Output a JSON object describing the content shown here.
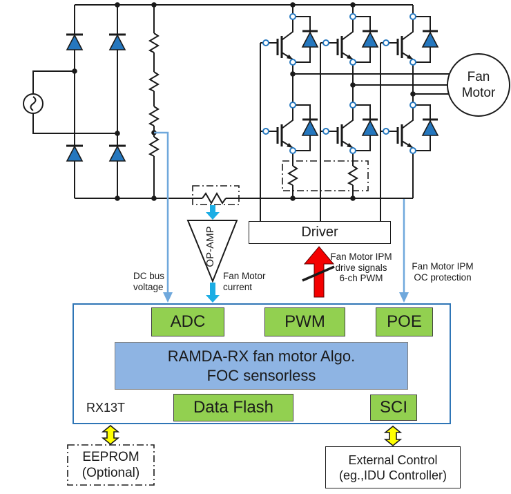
{
  "circuit": {
    "driver_label": "Driver",
    "opamp_label": "OP-AMP",
    "fan_motor": [
      "Fan",
      "Motor"
    ]
  },
  "annotations": {
    "dc_bus": [
      "DC bus",
      "voltage"
    ],
    "motor_current": [
      "Fan Motor",
      "current"
    ],
    "drive_signals": [
      "Fan Motor IPM",
      "drive signals",
      "6-ch PWM"
    ],
    "oc_protection": [
      "Fan Motor IPM",
      "OC protection"
    ]
  },
  "mcu": {
    "name": "RX13T",
    "adc": "ADC",
    "pwm": "PWM",
    "poe": "POE",
    "algo": [
      "RAMDA-RX fan motor Algo.",
      "FOC sensorless"
    ],
    "data_flash": "Data Flash",
    "sci": "SCI"
  },
  "eeprom": [
    "EEPROM",
    "(Optional)"
  ],
  "external_control": [
    "External Control",
    "(eg.,IDU Controller)"
  ],
  "colors": {
    "block_green": "#92D050",
    "block_blue": "#8EB4E3",
    "mcu_border": "#2E75B6",
    "diode_blue": "#2577BE",
    "cyan_arrow": "#1CADE4",
    "signal_blue": "#6FA8DC",
    "red_arrow": "#F40000",
    "yellow_arrow": "#FFFF00"
  }
}
